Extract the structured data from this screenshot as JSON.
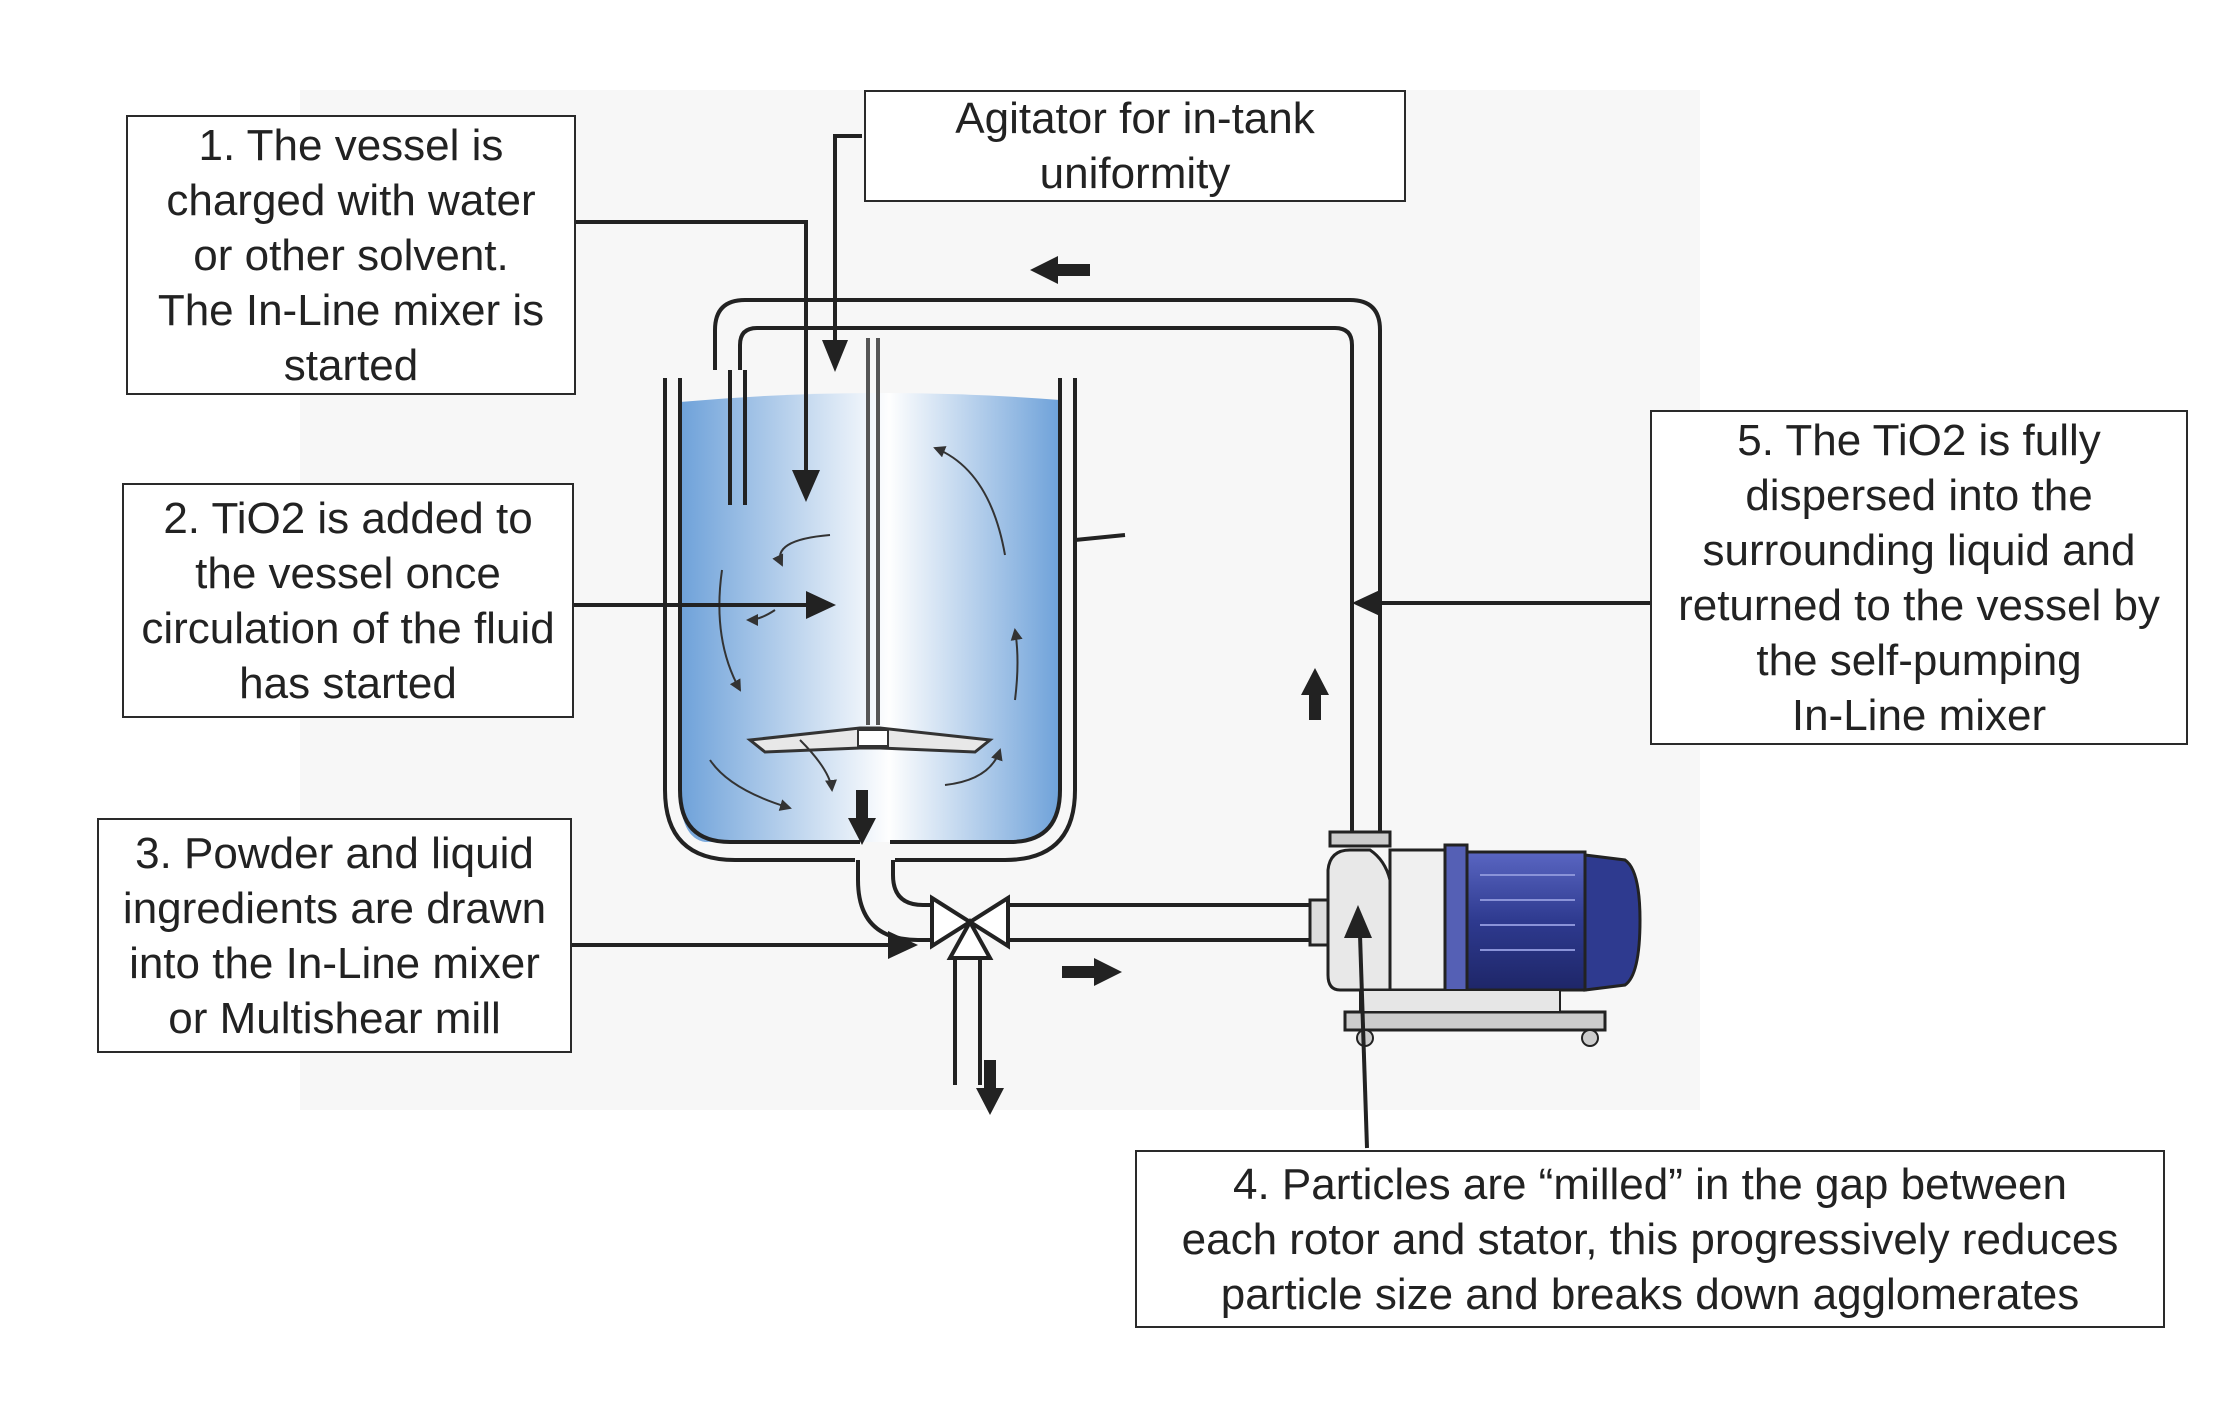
{
  "colors": {
    "liquid_top": "#6aa2db",
    "liquid_mid": "#ffffff",
    "motor": "#3b46a3",
    "line": "#222222",
    "pipe_fill": "#ffffff"
  },
  "labels": {
    "step1": [
      "1. The vessel is",
      "charged with water",
      "or other solvent.",
      "The In-Line mixer is",
      "started"
    ],
    "agitator": [
      "Agitator for in-tank",
      "uniformity"
    ],
    "step2": [
      "2. TiO2 is added to",
      "the vessel once",
      "circulation of the fluid",
      "has started"
    ],
    "step3": [
      "3. Powder and liquid",
      "ingredients are drawn",
      "into the In-Line mixer",
      "or Multishear mill"
    ],
    "step4": [
      "4. Particles are “milled” in the gap between",
      "each rotor and stator, this progressively reduces",
      "particle size and breaks down agglomerates"
    ],
    "step5": [
      "5. The TiO2 is fully",
      "dispersed into the",
      "surrounding liquid and",
      "returned to the vessel by",
      "the self-pumping",
      "In-Line mixer"
    ]
  },
  "components": {
    "vessel": "mixing-vessel",
    "agitator": "agitator-shaft",
    "pump": "inline-mixer",
    "valve": "three-way-valve"
  }
}
